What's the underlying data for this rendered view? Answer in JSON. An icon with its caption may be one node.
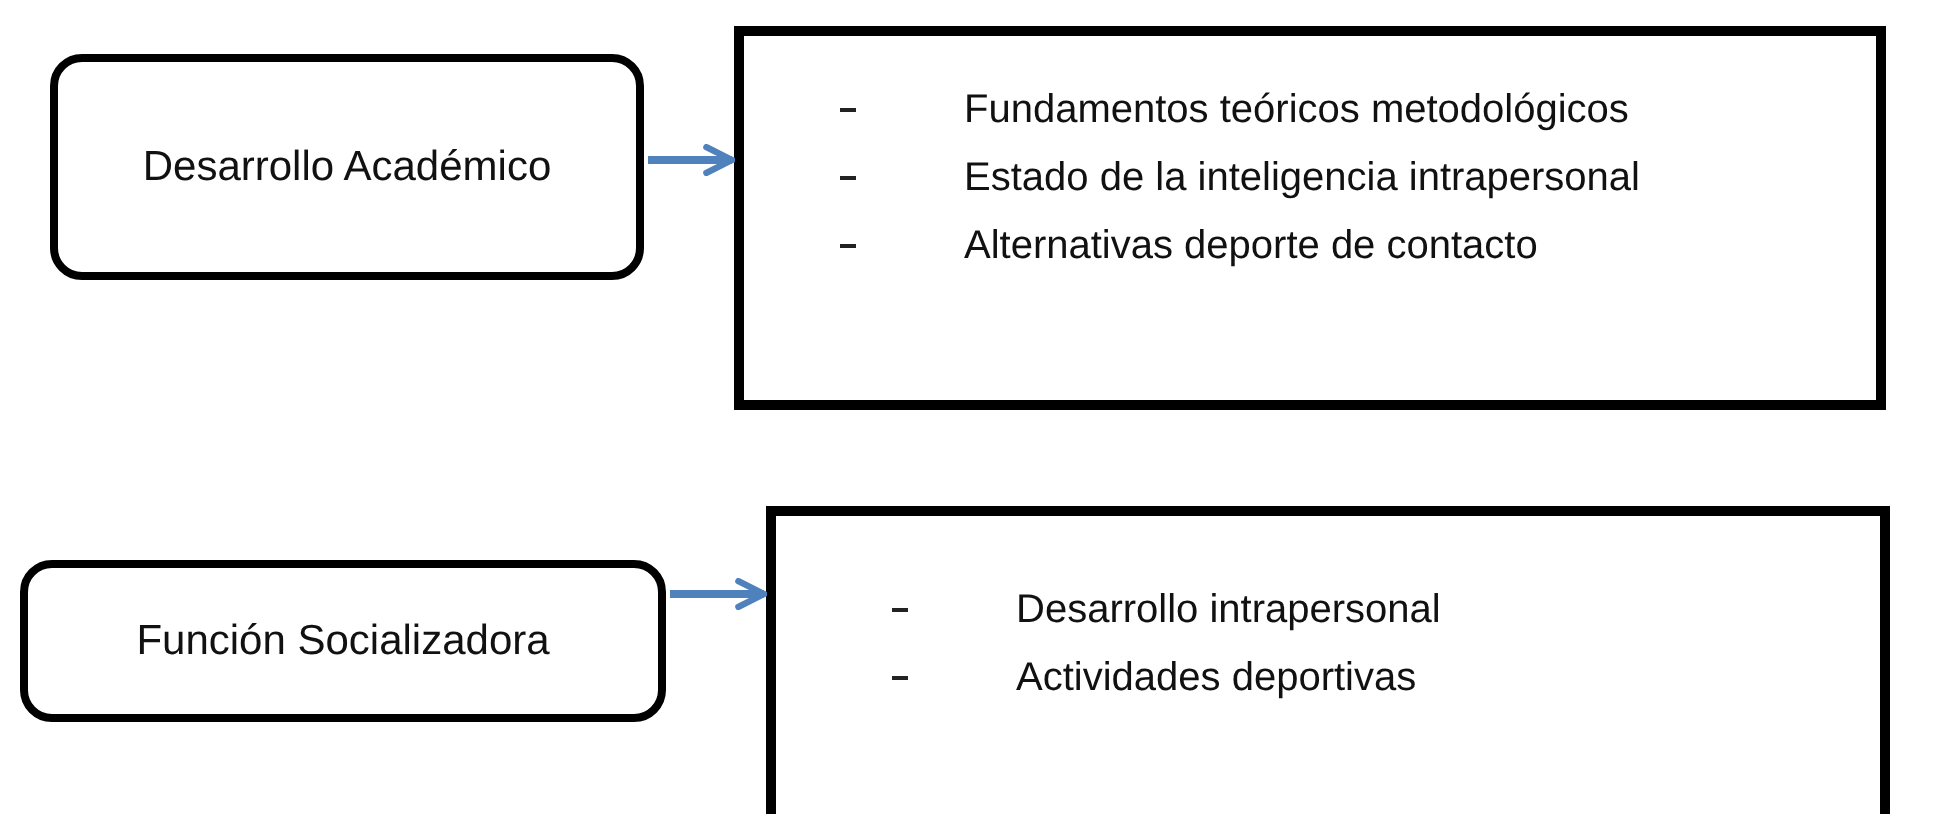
{
  "diagram": {
    "nodes": [
      {
        "text": [
          "Desarrollo Académico"
        ]
      },
      {
        "text": [
          "Fundamentos teóricos metodológicos",
          "Estado de la inteligencia intrapersonal",
          "Alternativas deporte de contacto"
        ]
      },
      {
        "text": [
          "Función Socializadora"
        ]
      },
      {
        "text": [
          "Desarrollo intrapersonal",
          "Actividades deportivas"
        ]
      }
    ],
    "edges": [
      {
        "from": 0,
        "to": 1,
        "arrow": "to"
      },
      {
        "from": 2,
        "to": 3,
        "arrow": "to"
      }
    ]
  }
}
